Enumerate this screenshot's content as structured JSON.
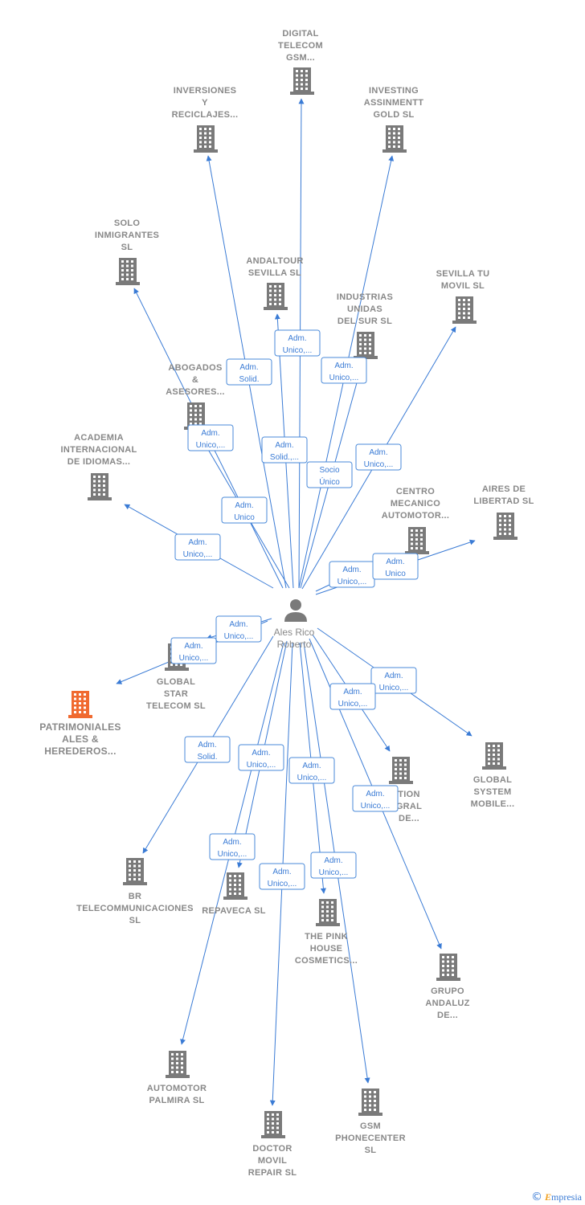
{
  "center": {
    "name_lines": [
      "Ales Rico",
      "Roberto"
    ],
    "icon": "person-icon"
  },
  "nodes": [
    {
      "id": "digital-telecom",
      "lines": [
        "DIGITAL",
        "TELECOM",
        "GSM..."
      ],
      "focus": false
    },
    {
      "id": "inversiones-reciclajes",
      "lines": [
        "INVERSIONES",
        "Y",
        "RECICLAJES..."
      ],
      "focus": false
    },
    {
      "id": "investing-assinmentt",
      "lines": [
        "INVESTING",
        "ASSINMENTT",
        "GOLD  SL"
      ],
      "focus": false
    },
    {
      "id": "solo-inmigrantes",
      "lines": [
        "SOLO",
        "INMIGRANTES",
        "SL"
      ],
      "focus": false
    },
    {
      "id": "andaltour-sevilla",
      "lines": [
        "ANDALTOUR",
        "SEVILLA  SL"
      ],
      "focus": false
    },
    {
      "id": "sevilla-tu-movil",
      "lines": [
        "SEVILLA TU",
        "MOVIL  SL"
      ],
      "focus": false
    },
    {
      "id": "industrias-unidas",
      "lines": [
        "INDUSTRIAS",
        "UNIDAS",
        "DEL SUR  SL"
      ],
      "focus": false
    },
    {
      "id": "abogados-asesores",
      "lines": [
        "ABOGADOS",
        "&",
        "ASESORES..."
      ],
      "focus": false
    },
    {
      "id": "academia-internacional",
      "lines": [
        "ACADEMIA",
        "INTERNACIONAL",
        "DE IDIOMAS..."
      ],
      "focus": false
    },
    {
      "id": "centro-mecanico",
      "lines": [
        "CENTRO",
        "MECANICO",
        "AUTOMOTOR..."
      ],
      "focus": false
    },
    {
      "id": "aires-de-libertad",
      "lines": [
        "AIRES DE",
        "LIBERTAD SL"
      ],
      "focus": false
    },
    {
      "id": "global-star-telecom",
      "lines": [
        "GLOBAL",
        "STAR",
        "TELECOM  SL"
      ],
      "focus": false
    },
    {
      "id": "patrimoniales-ales",
      "lines": [
        "PATRIMONIALES",
        "ALES &",
        "HEREDEROS..."
      ],
      "focus": true
    },
    {
      "id": "global-system-mobile",
      "lines": [
        "GLOBAL",
        "SYSTEM",
        "MOBILE..."
      ],
      "focus": false
    },
    {
      "id": "gestion-integral",
      "lines": [
        "TION",
        "GRAL",
        "DE..."
      ],
      "focus": false
    },
    {
      "id": "br-telecommunicaciones",
      "lines": [
        "BR",
        "TELECOMMUNICACIONES",
        "SL"
      ],
      "focus": false
    },
    {
      "id": "repaveca",
      "lines": [
        "REPAVECA  SL"
      ],
      "focus": false
    },
    {
      "id": "the-pink-house",
      "lines": [
        "THE PINK",
        "HOUSE",
        "COSMETICS..."
      ],
      "focus": false
    },
    {
      "id": "grupo-andaluz",
      "lines": [
        "GRUPO",
        "ANDALUZ",
        "DE..."
      ],
      "focus": false
    },
    {
      "id": "automotor-palmira",
      "lines": [
        "AUTOMOTOR",
        "PALMIRA  SL"
      ],
      "focus": false
    },
    {
      "id": "doctor-movil-repair",
      "lines": [
        "DOCTOR",
        "MOVIL",
        "REPAIR  SL"
      ],
      "focus": false
    },
    {
      "id": "gsm-phonecenter",
      "lines": [
        "GSM",
        "PHONECENTER",
        "SL"
      ],
      "focus": false
    }
  ],
  "relations": [
    {
      "to": "andaltour-sevilla",
      "lines": [
        "Adm.",
        "Unico,..."
      ]
    },
    {
      "to": "inversiones-reciclajes",
      "lines": [
        "Adm.",
        "Solid."
      ]
    },
    {
      "to": "industrias-unidas",
      "lines": [
        "Adm.",
        "Unico,..."
      ]
    },
    {
      "to": "solo-inmigrantes",
      "lines": [
        "Adm.",
        "Unico,..."
      ]
    },
    {
      "to": "digital-telecom",
      "lines": [
        "Adm.",
        "Solid.,..."
      ]
    },
    {
      "to": "sevilla-tu-movil",
      "lines": [
        "Adm.",
        "Unico,..."
      ]
    },
    {
      "to": "investing-assinmentt",
      "lines": [
        "Socio",
        "Único"
      ]
    },
    {
      "to": "abogados-asesores",
      "lines": [
        "Adm.",
        "Unico"
      ]
    },
    {
      "to": "academia-internacional",
      "lines": [
        "Adm.",
        "Unico,..."
      ]
    },
    {
      "to": "aires-de-libertad",
      "lines": [
        "Adm.",
        "Unico,..."
      ]
    },
    {
      "to": "centro-mecanico",
      "lines": [
        "Adm.",
        "Unico"
      ]
    },
    {
      "to": "global-star-telecom",
      "lines": [
        "Adm.",
        "Unico,..."
      ]
    },
    {
      "to": "patrimoniales-ales",
      "lines": [
        "Adm.",
        "Unico,..."
      ]
    },
    {
      "to": "global-system-mobile",
      "lines": [
        "Adm.",
        "Unico,..."
      ]
    },
    {
      "to": "gestion-integral",
      "lines": [
        "Adm.",
        "Unico,..."
      ]
    },
    {
      "to": "br-telecommunicaciones",
      "lines": [
        "Adm.",
        "Solid."
      ]
    },
    {
      "to": "repaveca",
      "lines": [
        "Adm.",
        "Unico,..."
      ]
    },
    {
      "to": "the-pink-house",
      "lines": [
        "Adm.",
        "Unico,..."
      ]
    },
    {
      "to": "grupo-andaluz",
      "lines": [
        "Adm.",
        "Unico,..."
      ]
    },
    {
      "to": "automotor-palmira",
      "lines": [
        "Adm.",
        "Unico,..."
      ]
    },
    {
      "to": "doctor-movil-repair",
      "lines": [
        "Adm.",
        "Unico,..."
      ]
    },
    {
      "to": "gsm-phonecenter",
      "lines": [
        "Adm.",
        "Unico,..."
      ]
    }
  ],
  "footer": {
    "copyright": "©",
    "brand_initial": "E",
    "brand_rest": "mpresia"
  },
  "colors": {
    "edge": "#3a7bd5",
    "building": "#7a7a7a",
    "focus_building": "#f06a30",
    "label": "#888888"
  }
}
